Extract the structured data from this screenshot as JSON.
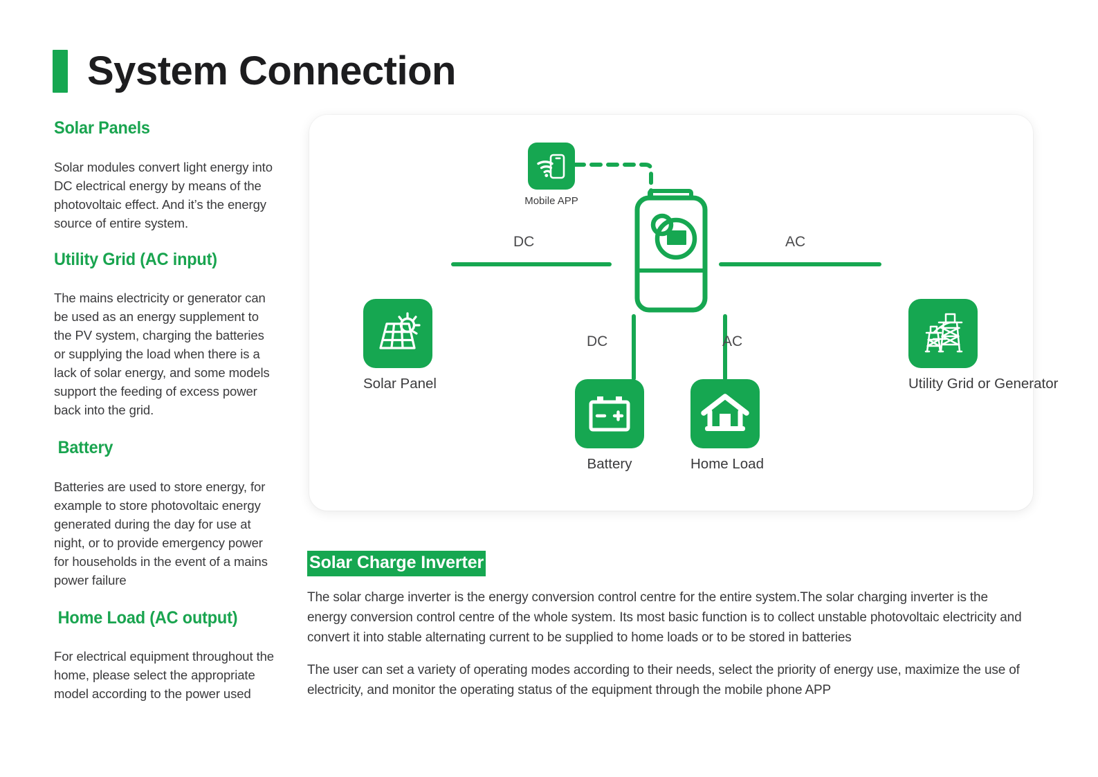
{
  "page": {
    "title": "System Connection",
    "accent_color": "#16a751",
    "text_color": "#3a3a3c"
  },
  "sections": [
    {
      "heading": "Solar Panels",
      "body": "Solar modules convert light energy into DC electrical energy by means of the photovoltaic effect. And it’s the energy source of entire system."
    },
    {
      "heading": "Utility Grid (AC input)",
      "body": "The mains electricity or generator can be used as an energy supplement to the PV system, charging the batteries or supplying the load when there is a lack of solar energy, and some models support the feeding of excess power back into the grid."
    },
    {
      "heading": "Battery",
      "body": "Batteries are used to store energy, for example to store photovoltaic energy generated during the day for use at night, or to provide emergency power for households in the event of a mains power failure"
    },
    {
      "heading": "Home Load (AC output)",
      "body": "For electrical equipment throughout the home, please select the appropriate model according to the power used"
    }
  ],
  "diagram": {
    "nodes": {
      "mobile_app": {
        "label": "Mobile APP",
        "icon": "mobile-phone-wifi-icon"
      },
      "inverter": {
        "label": "",
        "icon": "inverter-icon"
      },
      "solar_panel": {
        "label": "Solar Panel",
        "icon": "solar-panel-sun-icon"
      },
      "utility_grid": {
        "label": "Utility Grid or Generator",
        "icon": "transmission-tower-icon"
      },
      "battery": {
        "label": "Battery",
        "icon": "battery-terminals-icon"
      },
      "home_load": {
        "label": "Home Load",
        "icon": "house-icon"
      }
    },
    "wires": {
      "pv_to_inverter": "DC",
      "inverter_to_grid": "AC",
      "inverter_to_battery": "DC",
      "inverter_to_home": "AC"
    }
  },
  "inverter_section": {
    "heading": "Solar Charge Inverter",
    "paragraph_1": "The solar charge inverter is the energy conversion control centre for the entire system.The solar charging inverter is the energy conversion control centre of the whole system. Its most basic function is to collect unstable photovoltaic electricity and convert it into stable alternating current to be supplied to home loads or to be stored in batteries",
    "paragraph_2": "The user can set a variety of operating modes according to their needs, select the priority of energy use, maximize the use of electricity, and monitor the operating status of the equipment through the mobile phone APP"
  }
}
